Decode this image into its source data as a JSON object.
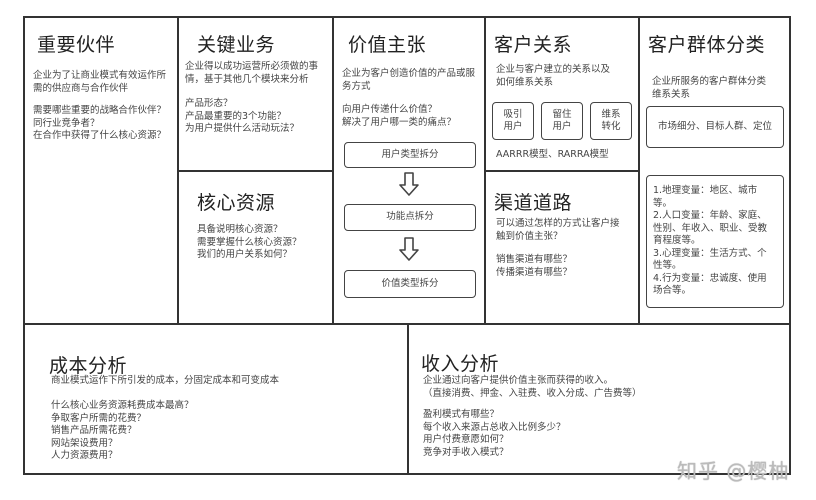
{
  "canvas": {
    "key_partners": {
      "title": "重要伙伴",
      "description": "企业为了让商业模式有效运作所\n需的供应商与合作伙伴",
      "questions": "需要哪些重要的战略合作伙伴？\n同行业竞争者？\n在合作中获得了什么核心资源？"
    },
    "key_activities": {
      "title": "关键业务",
      "description": "企业得以成功运营所必须做的事\n情，基于其他几个模块来分析",
      "questions": "产品形态？\n产品最重要的3个功能？\n为用户提供什么活动玩法？"
    },
    "key_resources": {
      "title": "核心资源",
      "questions": "具备说明核心资源？\n需要掌握什么核心资源？\n我们的用户关系如何？"
    },
    "value_propositions": {
      "title": "价值主张",
      "description": "企业为客户创造价值的产品或服\n务方式",
      "questions": "向用户传递什么价值？\n解决了用户哪一类的痛点？",
      "steps": [
        "用户类型拆分",
        "功能点拆分",
        "价值类型拆分"
      ]
    },
    "customer_relationships": {
      "title": "客户关系",
      "description": "企业与客户建立的关系以及\n如何维系关系",
      "stages": [
        "吸引\n用户",
        "留住\n用户",
        "维系\n转化"
      ],
      "models": "AARRR模型、RARRA模型"
    },
    "channels": {
      "title": "渠道道路",
      "description": "可以通过怎样的方式让客户接\n触到价值主张？",
      "questions": "销售渠道有哪些？\n传播渠道有哪些？"
    },
    "customer_segments": {
      "title": "客户群体分类",
      "description": "企业所服务的客户群体分类\n维系关系",
      "summary_box": "市场细分、目标人群、定位",
      "variables_box": "1.地理变量：地区、城市\n等。\n2.人口变量：年龄、家庭、\n性别、年收入、职业、受教\n育程度等。\n3.心理变量：生活方式、个\n性等。\n4.行为变量：忠诚度、使用\n场合等。"
    },
    "cost_structure": {
      "title": "成本分析",
      "description": "商业模式运作下所引发的成本，分固定成本和可变成本",
      "questions": "什么核心业务资源耗费成本最高？\n争取客户所需的花费？\n销售产品所需花费？\n网站架设费用？\n人力资源费用？"
    },
    "revenue_streams": {
      "title": "收入分析",
      "description": "企业通过向客户提供价值主张而获得的收入。\n（直接消费、押金、入驻费、收入分成、广告费等）",
      "questions": "盈利模式有哪些？\n每个收入来源占总收入比例多少？\n用户付费意愿如何？\n竞争对手收入模式？"
    }
  },
  "watermark": "知乎 @樱柚",
  "icons": {
    "step_arrow": "down-outline-arrow-icon"
  }
}
